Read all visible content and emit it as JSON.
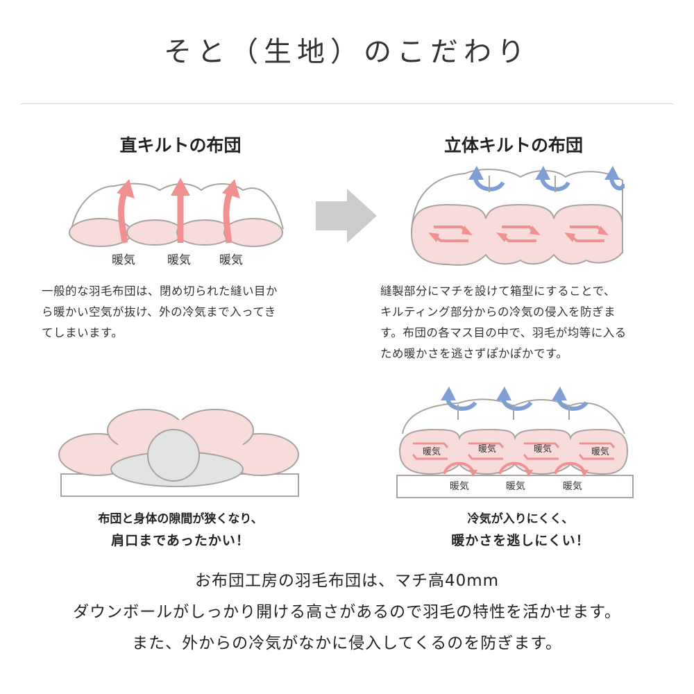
{
  "title": "そと（生地）のこだわり",
  "left_panel": {
    "heading": "直キルトの布団",
    "labels": [
      "暖気",
      "暖気",
      "暖気"
    ],
    "description": [
      "一般的な羽毛布団は、閉め切られた縫い目か",
      "ら暖かい空気が抜け、外の冷気まで入ってき",
      "てしまいます。"
    ],
    "caption_line1": "布団と身体の隙間が狭くなり、",
    "caption_line2": "肩口まであったかい！"
  },
  "right_panel": {
    "heading": "立体キルトの布団",
    "description": [
      "縫製部分にマチを設けて箱型にすることで、",
      "キルティング部分からの冷気の侵入を防ぎま",
      "す。布団の各マス目の中で、羽毛が均等に入る",
      "ため暖かさを逃さずぽかぽかです。"
    ],
    "inner_labels": [
      "暖気",
      "暖気",
      "暖気",
      "暖気"
    ],
    "bottom_labels": [
      "暖気",
      "暖気",
      "暖気"
    ],
    "caption_line1": "冷気が入りにくく、",
    "caption_line2": "暖かさを逃しにくい！"
  },
  "bottom": {
    "lines": [
      "お布団工房の羽毛布団は、マチ高40mm",
      "ダウンボールがしっかり開ける高さがあるので羽毛の特性を活かせます。",
      "また、外からの冷気がなかに侵入してくるのを防ぎます。"
    ]
  },
  "colors": {
    "pink_fill": "#f8dcdc",
    "pink_arrow": "#ef9191",
    "blue_arrow": "#7f9fd4",
    "outline": "#a8a3a0",
    "gray_arrow": "#cccccc",
    "gray_body": "#e3e3e3"
  },
  "icons": [
    "right-arrow-icon",
    "warm-air-arrow-icon",
    "cold-air-arrow-icon",
    "circulation-arrow-icon"
  ]
}
